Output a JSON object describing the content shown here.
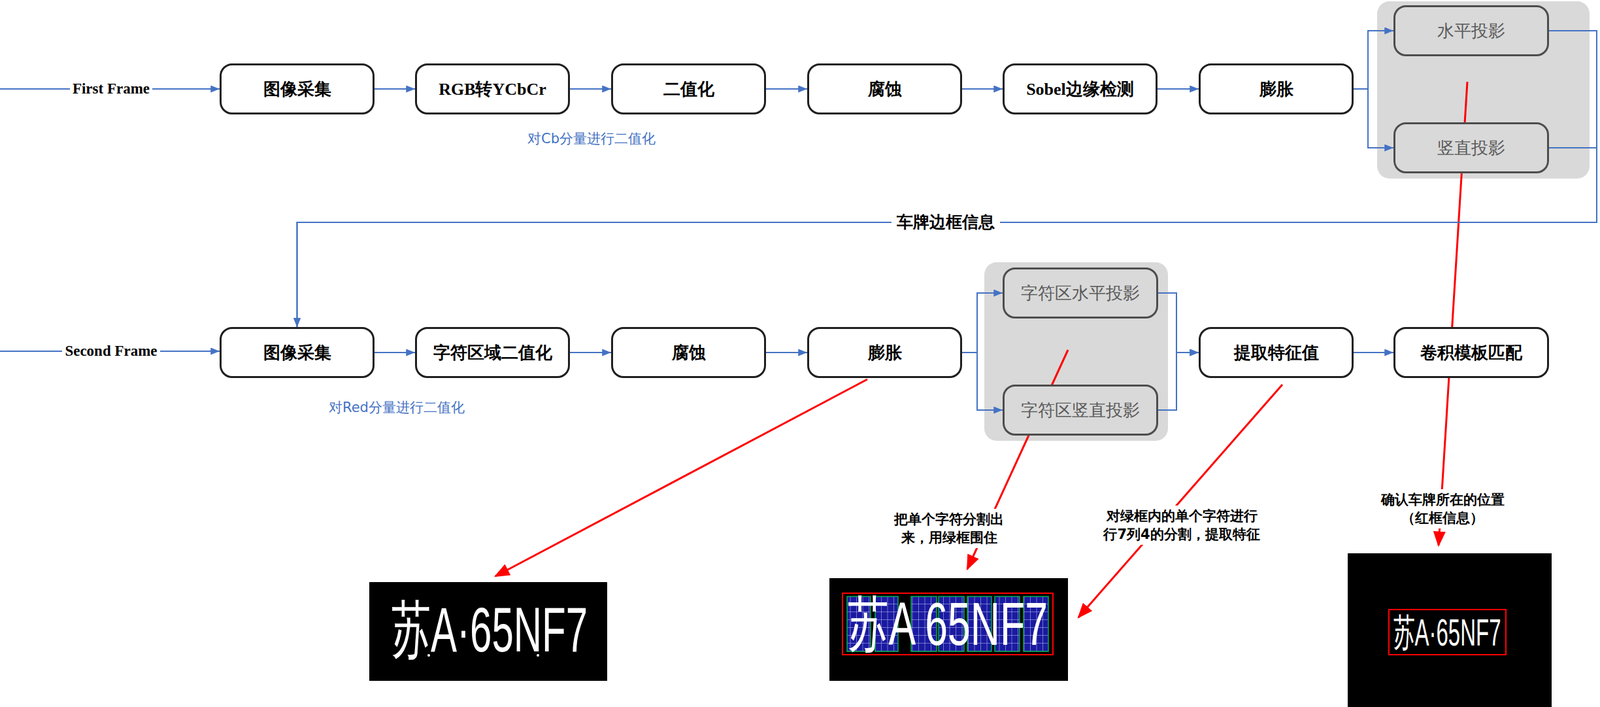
{
  "diagram": {
    "nodes": [
      {
        "text": [
          "图像采集"
        ]
      },
      {
        "text": [
          "RGB转YCbCr"
        ]
      },
      {
        "text": [
          "二值化"
        ]
      },
      {
        "text": [
          "腐蚀"
        ]
      },
      {
        "text": [
          "Sobel边缘检测"
        ]
      },
      {
        "text": [
          "膨胀"
        ]
      },
      {
        "text": [
          "水平投影"
        ]
      },
      {
        "text": [
          "竖直投影"
        ]
      },
      {
        "text": [
          "图像采集"
        ]
      },
      {
        "text": [
          "字符区域二值化"
        ]
      },
      {
        "text": [
          "腐蚀"
        ]
      },
      {
        "text": [
          "膨胀"
        ]
      },
      {
        "text": [
          "字符区水平投影"
        ]
      },
      {
        "text": [
          "字符区竖直投影"
        ]
      },
      {
        "text": [
          "提取特征值"
        ]
      },
      {
        "text": [
          "卷积模板匹配"
        ]
      }
    ],
    "edges": [
      {
        "from": 0,
        "to": 1,
        "arrow": "to"
      },
      {
        "from": 1,
        "to": 2,
        "arrow": "to"
      },
      {
        "from": 2,
        "to": 3,
        "arrow": "to"
      },
      {
        "from": 3,
        "to": 4,
        "arrow": "to"
      },
      {
        "from": 4,
        "to": 5,
        "arrow": "to"
      },
      {
        "from": 5,
        "to": 6,
        "arrow": "to"
      },
      {
        "from": 5,
        "to": 7,
        "arrow": "to"
      },
      {
        "from": 6,
        "to": 8,
        "label": "车牌边框信息",
        "arrow": "to"
      },
      {
        "from": 7,
        "to": 8,
        "arrow": "to"
      },
      {
        "from": 8,
        "to": 9,
        "arrow": "to"
      },
      {
        "from": 9,
        "to": 10,
        "arrow": "to"
      },
      {
        "from": 10,
        "to": 11,
        "arrow": "to"
      },
      {
        "from": 11,
        "to": 12,
        "arrow": "to"
      },
      {
        "from": 11,
        "to": 13,
        "arrow": "to"
      },
      {
        "from": 12,
        "to": 14,
        "arrow": "to"
      },
      {
        "from": 13,
        "to": 14,
        "arrow": "to"
      },
      {
        "from": 14,
        "to": 15,
        "arrow": "to"
      }
    ],
    "labels": [
      "First Frame",
      "对Cb分量进行二值化",
      "Second Frame",
      "对Red分量进行二值化",
      "苏A·65NF7",
      "把单个字符分割出 来，用绿框围住",
      "对绿框内的单个字符进行 行7列4的分割，提取特征",
      "苏A 65NF7",
      "确认车牌所在的位置 （红框信息）",
      "苏A·65NF7"
    ]
  }
}
